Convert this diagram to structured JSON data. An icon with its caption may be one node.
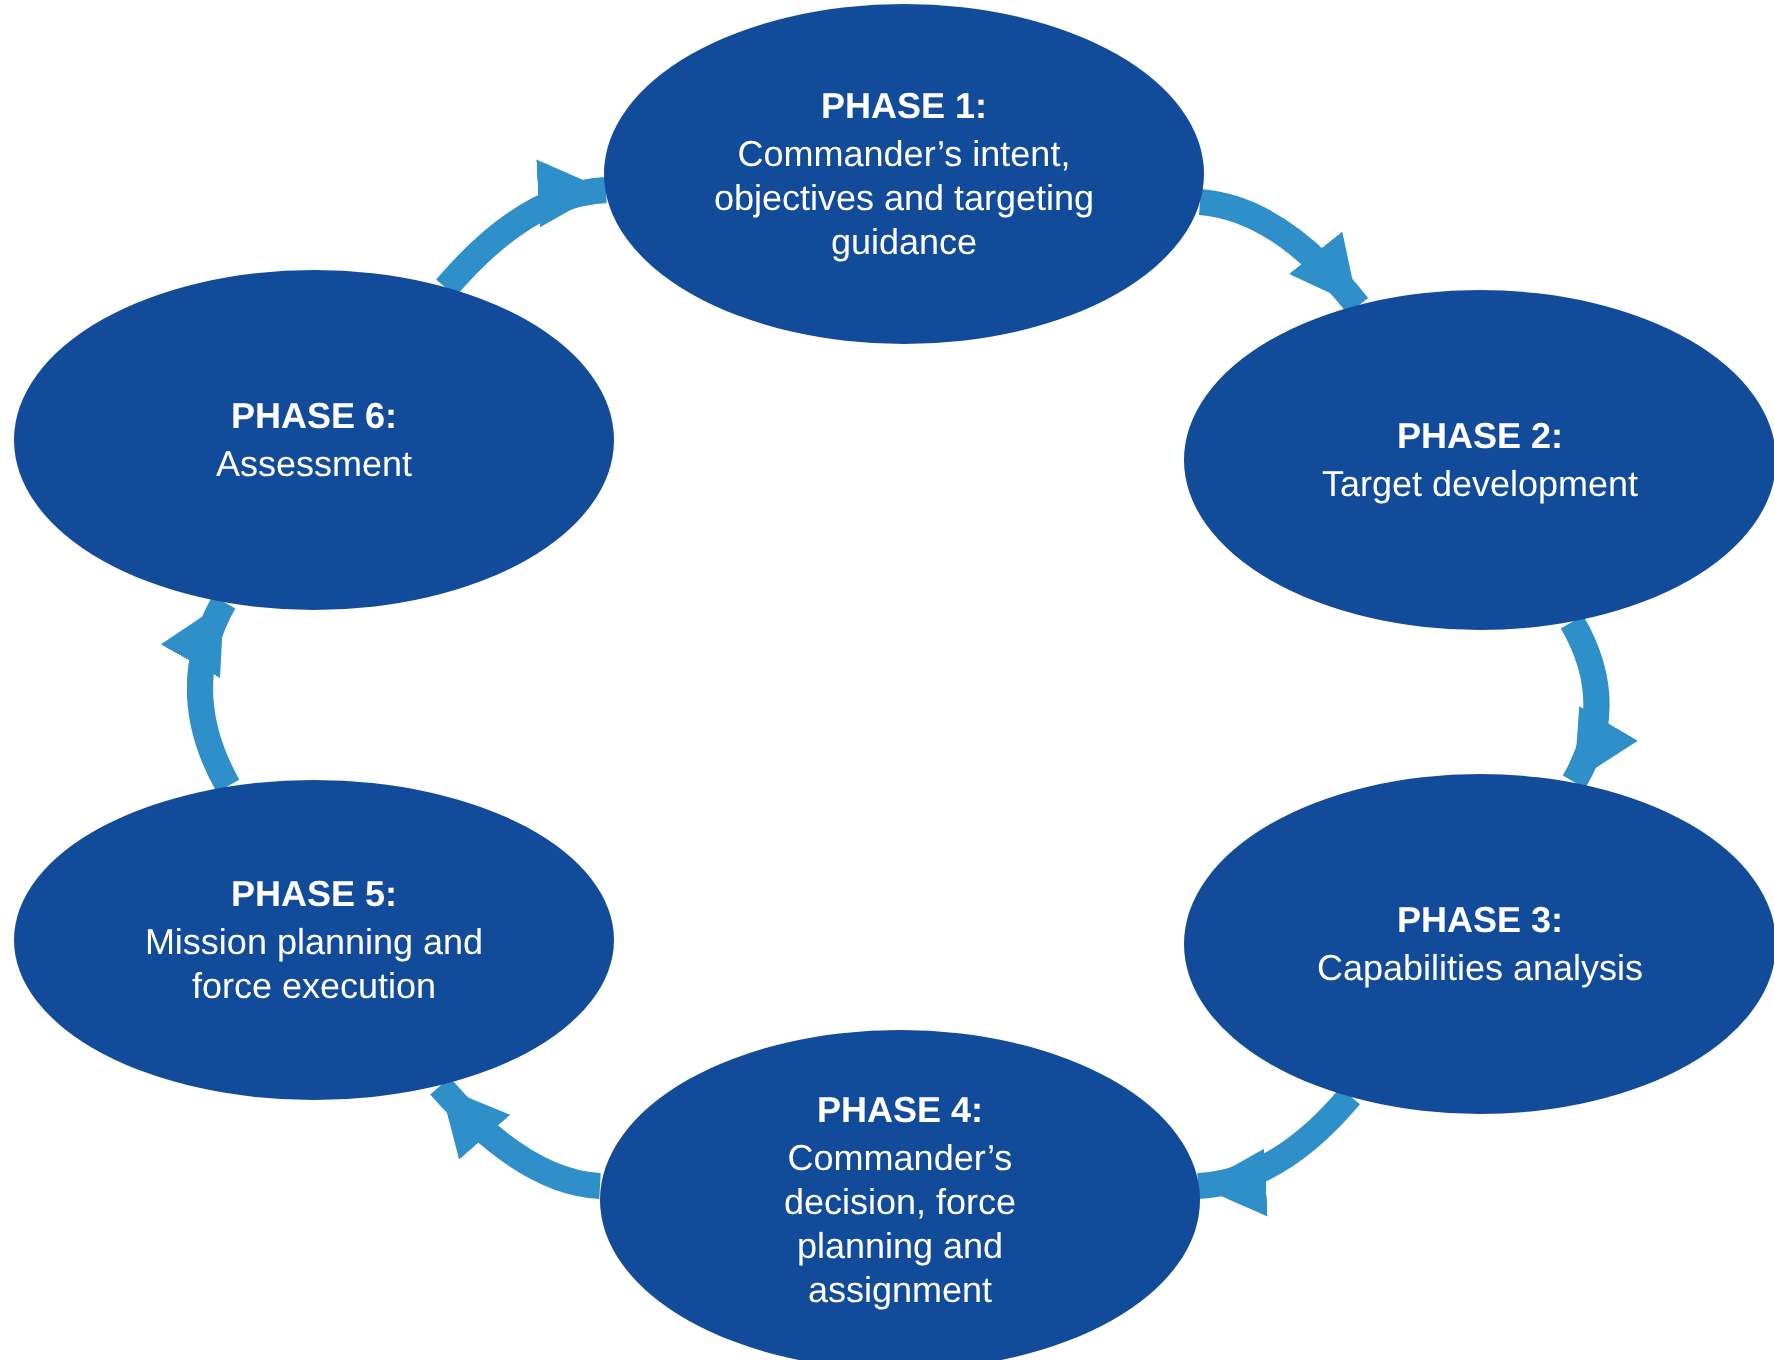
{
  "diagram": {
    "nodes": [
      {
        "text": [
          "PHASE 1:",
          "Commander’s intent, objectives and targeting guidance"
        ]
      },
      {
        "text": [
          "PHASE 2:",
          "Target development"
        ]
      },
      {
        "text": [
          "PHASE 3:",
          "Capabilities analysis"
        ]
      },
      {
        "text": [
          "PHASE 4:",
          "Commander’s decision, force planning and assignment"
        ]
      },
      {
        "text": [
          "PHASE 5:",
          "Mission planning and force execution"
        ]
      },
      {
        "text": [
          "PHASE 6:",
          "Assessment"
        ]
      }
    ],
    "edges": [
      {
        "from": 0,
        "to": 1,
        "arrow": "to"
      },
      {
        "from": 1,
        "to": 2,
        "arrow": "to"
      },
      {
        "from": 2,
        "to": 3,
        "arrow": "to"
      },
      {
        "from": 3,
        "to": 4,
        "arrow": "to"
      },
      {
        "from": 4,
        "to": 5,
        "arrow": "to"
      },
      {
        "from": 5,
        "to": 0,
        "arrow": "to"
      }
    ]
  }
}
